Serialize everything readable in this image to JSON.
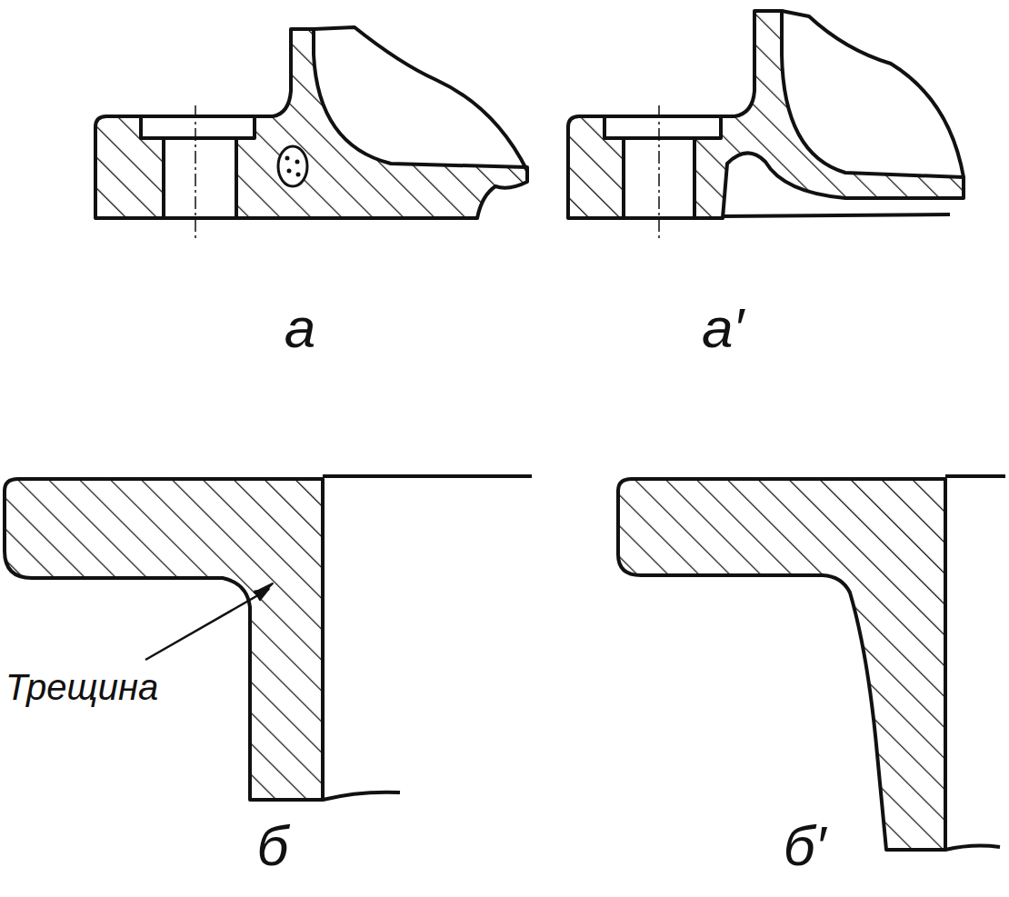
{
  "diagram": {
    "labels": [
      "а",
      "а′",
      "Трещина",
      "б",
      "б′"
    ]
  }
}
